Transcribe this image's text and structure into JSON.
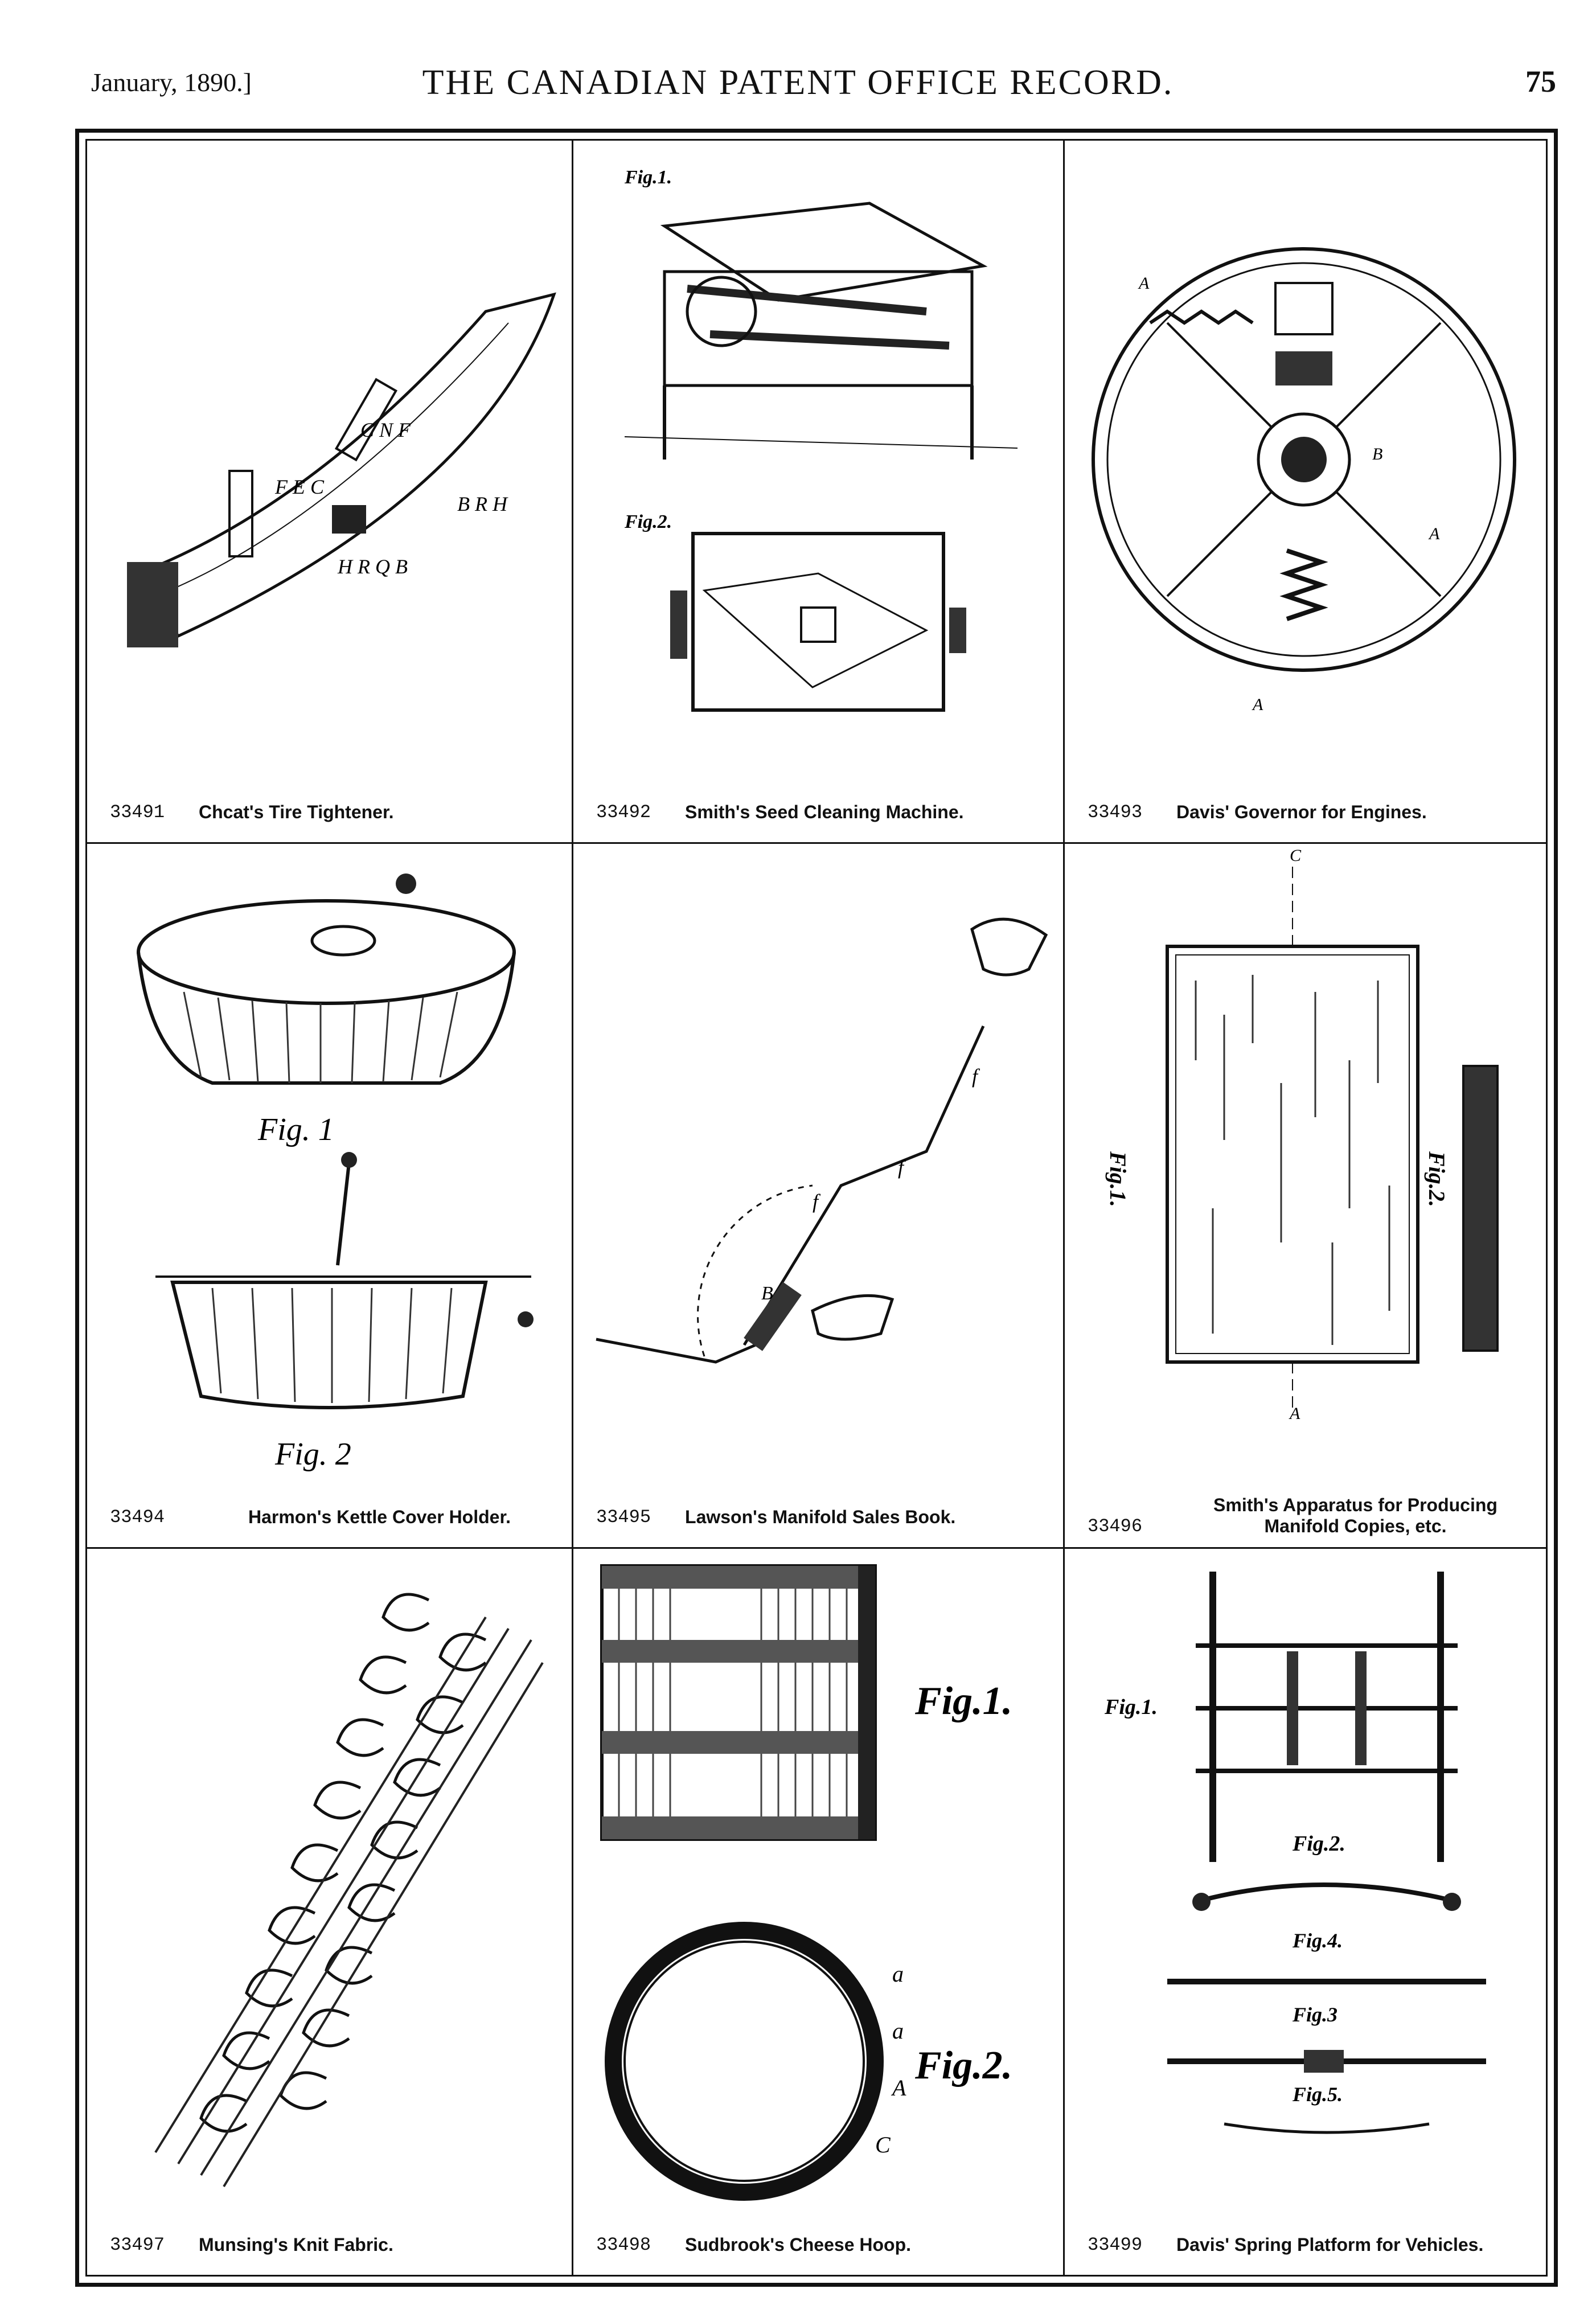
{
  "header": {
    "date": "January, 1890.]",
    "title": "THE CANADIAN PATENT OFFICE RECORD.",
    "page_number": "75"
  },
  "patents": [
    {
      "number": "33491",
      "title": "Chcat's Tire Tightener."
    },
    {
      "number": "33492",
      "title": "Smith's Seed Cleaning Machine."
    },
    {
      "number": "33493",
      "title": "Davis' Governor for Engines."
    },
    {
      "number": "33494",
      "title": "Harmon's Kettle Cover Holder."
    },
    {
      "number": "33495",
      "title": "Lawson's Manifold Sales Book."
    },
    {
      "number": "33496",
      "title": "Smith's Apparatus for Producing Manifold Copies, etc."
    },
    {
      "number": "33497",
      "title": "Munsing's Knit Fabric."
    },
    {
      "number": "33498",
      "title": "Sudbrook's Cheese Hoop."
    },
    {
      "number": "33499",
      "title": "Davis' Spring Platform for Vehicles."
    }
  ],
  "figure_labels": {
    "kettle_fig1": "Fig. 1",
    "kettle_fig2": "Fig. 2",
    "hoop_fig1": "Fig.1.",
    "hoop_fig2": "Fig.2.",
    "platform_fig1": "Fig.1.",
    "platform_fig2": "Fig.2.",
    "platform_fig4": "Fig.4.",
    "platform_fig3": "Fig.3",
    "platform_fig5": "Fig.5.",
    "seed_fig1": "Fig.1.",
    "seed_fig2": "Fig.2.",
    "manifold_fig1": "Fig.1.",
    "manifold_fig2": "Fig.2."
  },
  "icons": {
    "tire": "tire-segment-icon",
    "seed": "seed-machine-icon",
    "governor": "governor-wheel-icon",
    "kettle": "kettle-icon",
    "salesbook": "sales-book-hands-icon",
    "manifold": "manifold-board-icon",
    "knit": "knit-fabric-icon",
    "hoop": "cheese-hoop-icon",
    "platform": "spring-platform-icon"
  }
}
